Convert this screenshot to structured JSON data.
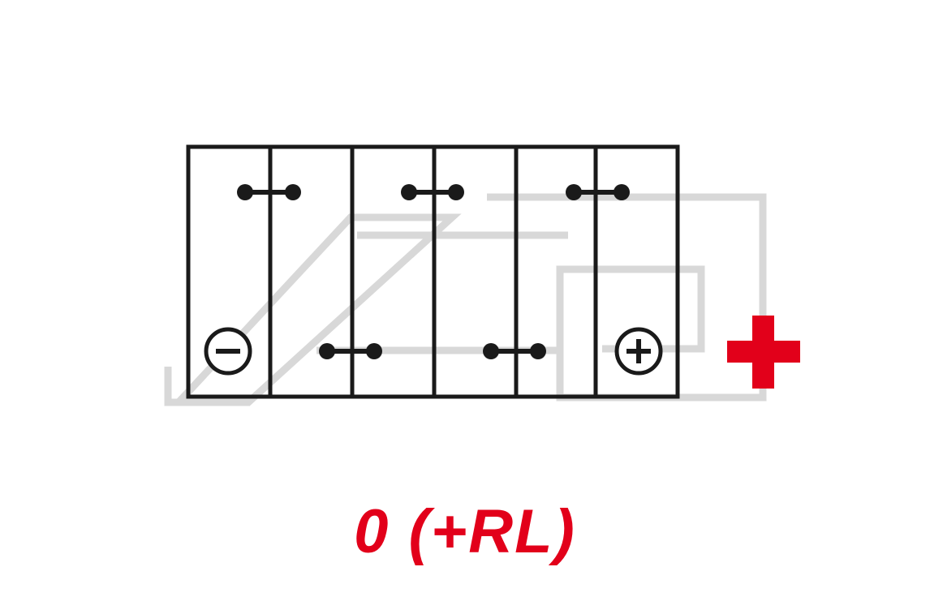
{
  "colors": {
    "red": "#e2001a",
    "line_black": "#1a1a1a",
    "watermark_gray": "#d8d8d8",
    "background": "#ffffff"
  },
  "diagram": {
    "type": "battery-terminal-layout",
    "cells": 6,
    "negative_terminal_symbol": "−",
    "positive_terminal_symbol": "+",
    "polarity_label": "0 (+RL)"
  },
  "icons": {
    "negative_terminal": "minus-in-circle-icon",
    "positive_terminal": "plus-in-circle-icon",
    "polarity_plus": "red-plus-sign-icon",
    "watermark": "brand-watermark"
  }
}
